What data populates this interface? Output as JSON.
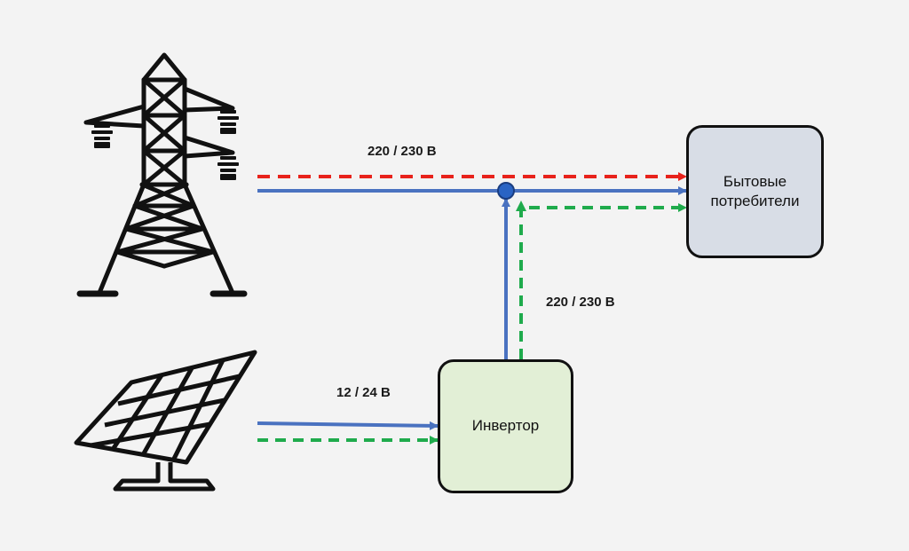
{
  "labels": {
    "grid_voltage": "220 / 230 В",
    "inverter_output_voltage": "220 / 230 В",
    "panel_voltage": "12 / 24 В"
  },
  "nodes": {
    "consumers": "Бытовые потребители",
    "inverter": "Инвертор"
  },
  "icons": {
    "grid": "power-transmission-tower-icon",
    "solar": "solar-panel-icon"
  },
  "colors": {
    "background": "#f3f3f3",
    "red_line": "#e8221b",
    "blue_line": "#4a72c0",
    "green_line": "#1fab4c",
    "consumers_fill": "#d8dde6",
    "inverter_fill": "#e2efd6"
  }
}
